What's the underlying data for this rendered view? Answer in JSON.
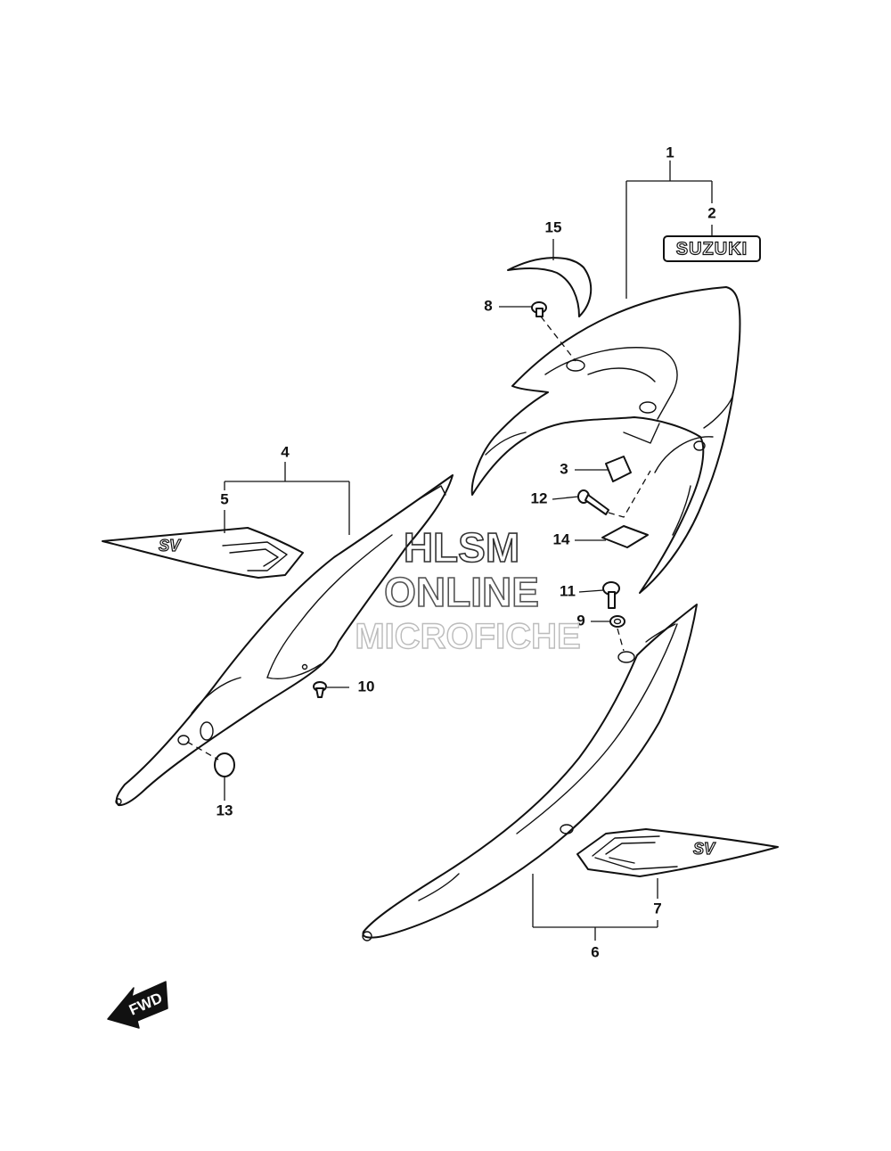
{
  "diagram": {
    "callouts": [
      {
        "id": "1",
        "label": "1"
      },
      {
        "id": "2",
        "label": "2"
      },
      {
        "id": "3",
        "label": "3"
      },
      {
        "id": "4",
        "label": "4"
      },
      {
        "id": "5",
        "label": "5"
      },
      {
        "id": "6",
        "label": "6"
      },
      {
        "id": "7",
        "label": "7"
      },
      {
        "id": "8",
        "label": "8"
      },
      {
        "id": "9",
        "label": "9"
      },
      {
        "id": "10",
        "label": "10"
      },
      {
        "id": "11",
        "label": "11"
      },
      {
        "id": "12",
        "label": "12"
      },
      {
        "id": "13",
        "label": "13"
      },
      {
        "id": "14",
        "label": "14"
      },
      {
        "id": "15",
        "label": "15"
      }
    ],
    "emblem_text": "SUZUKI",
    "decal_text": "SV",
    "fwd_label": "FWD"
  },
  "watermark": {
    "line1": "HLSM",
    "line2": "ONLINE",
    "line3": "MICROFICHE"
  },
  "colors": {
    "line": "#111111",
    "background": "#ffffff",
    "watermark_dark": "#333333",
    "watermark_light": "#bbbbbb"
  }
}
